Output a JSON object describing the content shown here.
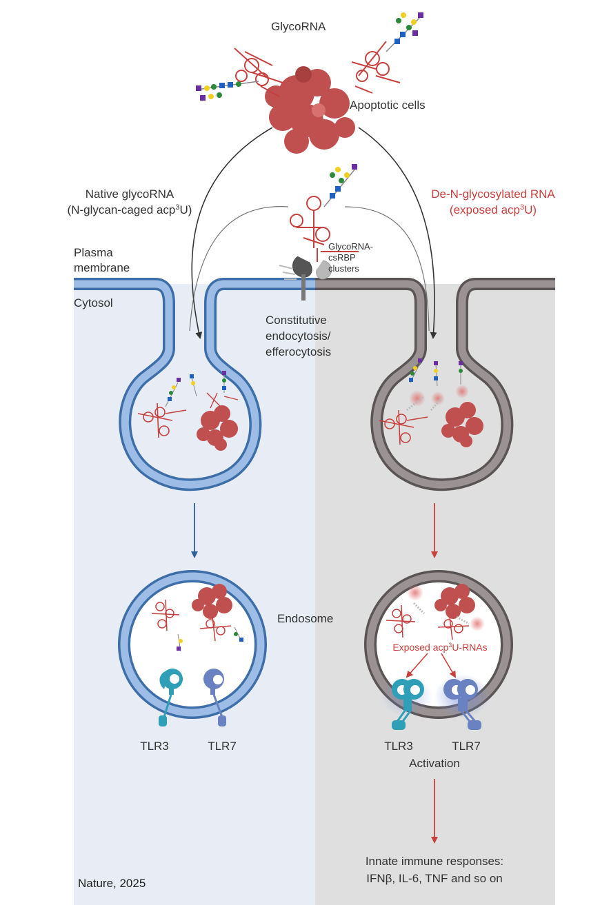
{
  "labels": {
    "glycorna": "GlycoRNA",
    "apoptotic_cells": "Apoptotic cells",
    "native_line1": "Native glycoRNA",
    "native_line2_pre": "(N-glycan-caged acp",
    "native_sup": "3",
    "native_line2_post": "U)",
    "deglyc_line1": "De-N-glycosylated RNA",
    "deglyc_line2_pre": "(exposed acp",
    "deglyc_sup": "3",
    "deglyc_line2_post": "U)",
    "plasma_line1": "Plasma",
    "plasma_line2": "membrane",
    "cytosol": "Cytosol",
    "rbp_line1": "GlycoRNA-",
    "rbp_line2": "csRBP",
    "rbp_line3": "clusters",
    "endo_line1": "Constitutive",
    "endo_line2": "endocytosis/",
    "endo_line3": "efferocytosis",
    "endosome": "Endosome",
    "exposed_pre": "Exposed acp",
    "exposed_sup": "3",
    "exposed_post": "U-RNAs",
    "tlr3_left": "TLR3",
    "tlr7_left": "TLR7",
    "tlr3_right": "TLR3",
    "tlr7_right": "TLR7",
    "activation": "Activation",
    "immune_line1": "Innate immune responses:",
    "immune_line2": "IFNβ, IL-6, TNF and so on",
    "citation": "Nature, 2025"
  },
  "colors": {
    "left_panel_bg": "#e7ecf5",
    "right_panel_bg": "#dfdfdf",
    "blue_membrane": "#6f9bd0",
    "blue_membrane_dark": "#3e6ea8",
    "grey_membrane": "#7a7272",
    "red_accent": "#c8403e",
    "cell_red": "#c05050",
    "tlr3_teal": "#2f9fb8",
    "tlr7_blue": "#6a82c2"
  }
}
